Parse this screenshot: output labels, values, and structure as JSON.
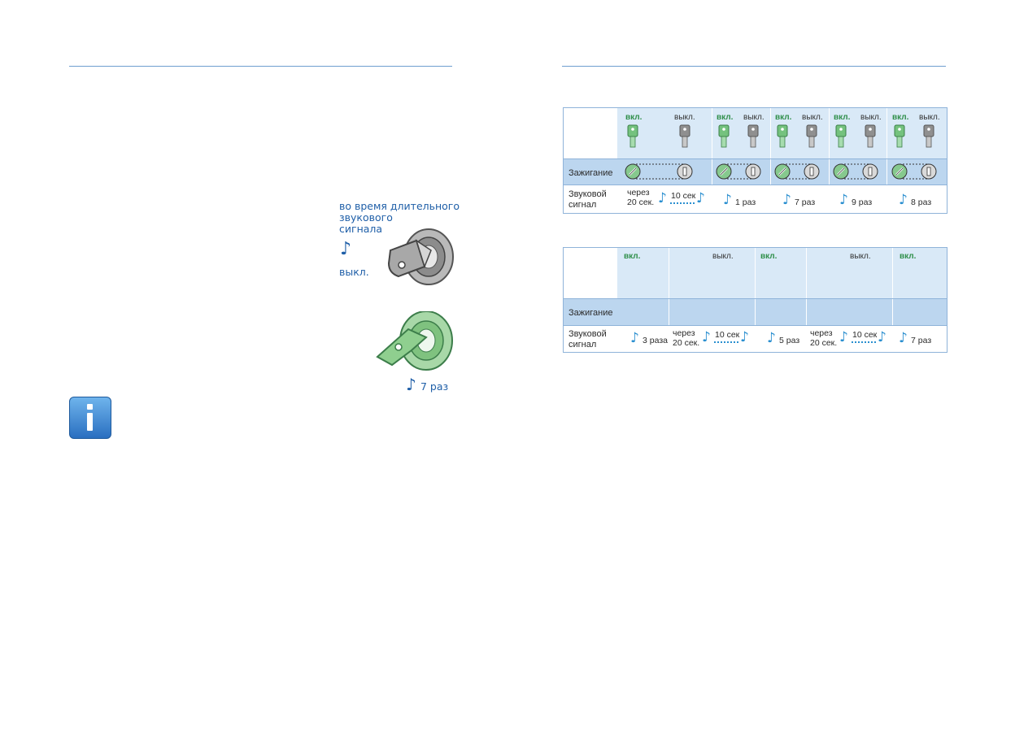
{
  "left": {
    "caption_lines": [
      "во время длительного",
      "звукового",
      "сигнала"
    ],
    "off_label": "выкл.",
    "count_label": "7 раз",
    "info_icon": "info-icon"
  },
  "table1": {
    "row_ignition": "Зажигание",
    "row_sound": [
      "Звуковой",
      "сигнал"
    ],
    "on": "вкл.",
    "off": "выкл.",
    "after": [
      "через",
      "20 сек."
    ],
    "ten_sec": "10 сек",
    "counts": [
      "1 раз",
      "7 раз",
      "9 раз",
      "8 раз"
    ]
  },
  "table2": {
    "row_ignition": "Зажигание",
    "row_sound": [
      "Звуковой",
      "сигнал"
    ],
    "on": "вкл.",
    "off": "выкл.",
    "after": [
      "через",
      "20 сек."
    ],
    "ten_sec": "10 сек",
    "counts": [
      "3 раза",
      "5 раз",
      "7 раз"
    ]
  }
}
